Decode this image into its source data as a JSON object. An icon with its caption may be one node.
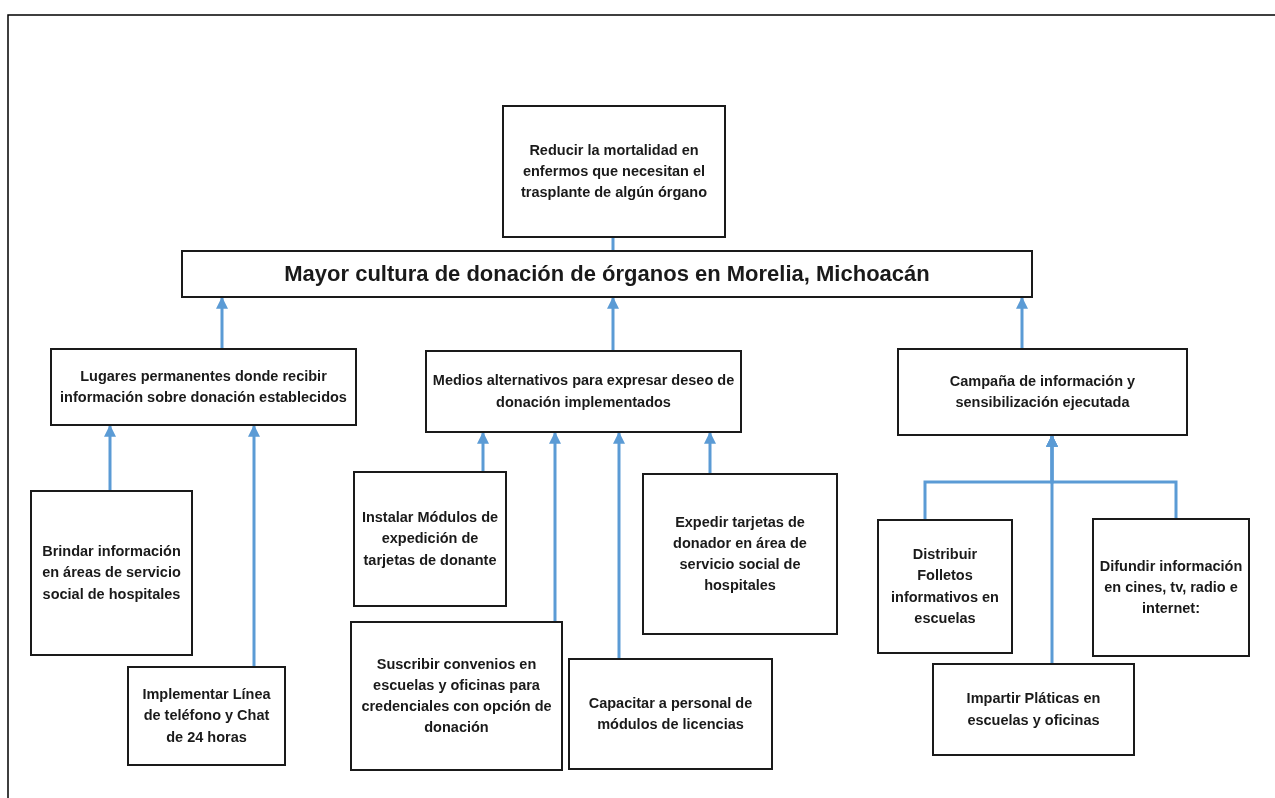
{
  "diagram": {
    "nodes": [
      {
        "text": [
          "Reducir la mortalidad en enfermos que necesitan el trasplante de algún órgano"
        ]
      },
      {
        "text": [
          "Mayor cultura de donación de órganos en Morelia, Michoacán"
        ]
      },
      {
        "text": [
          "Lugares permanentes donde recibir información sobre donación establecidos"
        ]
      },
      {
        "text": [
          "Medios alternativos para expresar deseo de donación implementados"
        ]
      },
      {
        "text": [
          "Campaña de información y sensibilización ejecutada"
        ]
      },
      {
        "text": [
          "Brindar información en áreas de servicio social de hospitales"
        ]
      },
      {
        "text": [
          "Implementar Línea de teléfono y Chat de 24 horas"
        ]
      },
      {
        "text": [
          "Instalar Módulos de expedición de tarjetas de donante"
        ]
      },
      {
        "text": [
          "Suscribir convenios en escuelas y oficinas para credenciales con opción de donación"
        ]
      },
      {
        "text": [
          "Capacitar a personal de módulos de licencias"
        ]
      },
      {
        "text": [
          "Expedir tarjetas de donador en área de servicio social de hospitales"
        ]
      },
      {
        "text": [
          "Distribuir Folletos informativos en escuelas"
        ]
      },
      {
        "text": [
          "Difundir información en cines, tv, radio e internet:"
        ]
      },
      {
        "text": [
          "Impartir Pláticas en escuelas y oficinas"
        ]
      }
    ],
    "edges": [
      {
        "from": 1,
        "to": 0,
        "arrow": "none"
      },
      {
        "from": 2,
        "to": 1,
        "arrow": "to"
      },
      {
        "from": 3,
        "to": 1,
        "arrow": "to"
      },
      {
        "from": 4,
        "to": 1,
        "arrow": "to"
      },
      {
        "from": 5,
        "to": 2,
        "arrow": "to"
      },
      {
        "from": 6,
        "to": 2,
        "arrow": "to"
      },
      {
        "from": 7,
        "to": 3,
        "arrow": "to"
      },
      {
        "from": 8,
        "to": 3,
        "arrow": "to"
      },
      {
        "from": 9,
        "to": 3,
        "arrow": "to"
      },
      {
        "from": 10,
        "to": 3,
        "arrow": "to"
      },
      {
        "from": 11,
        "to": 4,
        "arrow": "to"
      },
      {
        "from": 12,
        "to": 4,
        "arrow": "to"
      },
      {
        "from": 13,
        "to": 4,
        "arrow": "to"
      }
    ]
  }
}
